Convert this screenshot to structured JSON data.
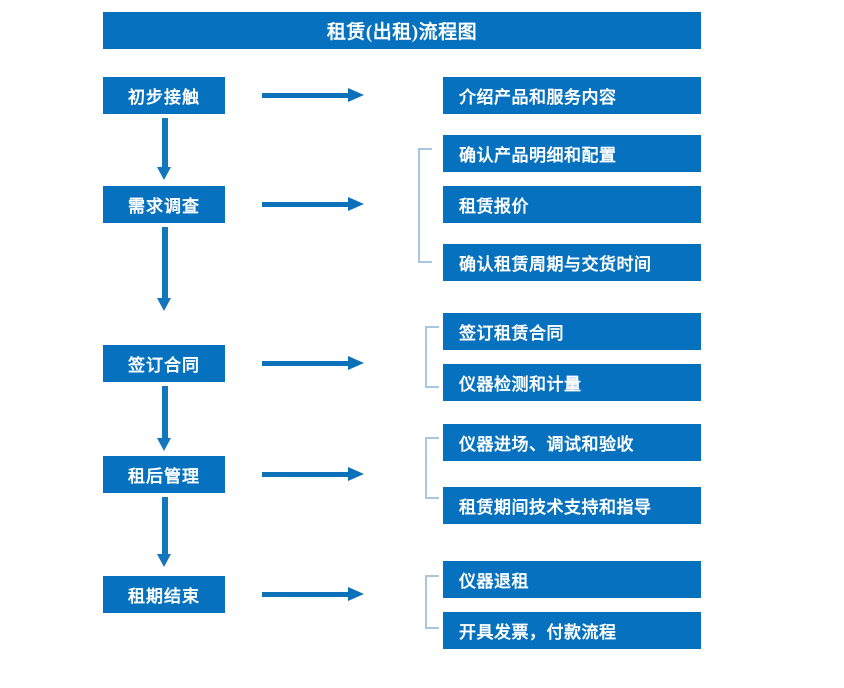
{
  "chart_data": {
    "type": "diagram",
    "title": "租赁(出租)流程图",
    "diagram_kind": "flowchart",
    "accent_color": "#0571bf",
    "bracket_color": "#a8c6de",
    "arrow_color": "#0d71b9",
    "text_color": "#ffffff",
    "background": "#ffffff",
    "stages": [
      {
        "id": "stage-1",
        "label": "初步接触",
        "details": [
          "介绍产品和服务内容"
        ],
        "grouped": false
      },
      {
        "id": "stage-2",
        "label": "需求调查",
        "details": [
          "确认产品明细和配置",
          "租赁报价",
          "确认租赁周期与交货时间"
        ],
        "grouped": true
      },
      {
        "id": "stage-3",
        "label": "签订合同",
        "details": [
          "签订租赁合同",
          "仪器检测和计量"
        ],
        "grouped": true
      },
      {
        "id": "stage-4",
        "label": "租后管理",
        "details": [
          "仪器进场、调试和验收",
          "租赁期间技术支持和指导"
        ],
        "grouped": true
      },
      {
        "id": "stage-5",
        "label": "租期结束",
        "details": [
          "仪器退租",
          "开具发票，付款流程"
        ],
        "grouped": true
      }
    ]
  },
  "header": {
    "title": "租赁(出租)流程图"
  },
  "stages": {
    "s1": {
      "label": "初步接触"
    },
    "s2": {
      "label": "需求调查"
    },
    "s3": {
      "label": "签订合同"
    },
    "s4": {
      "label": "租后管理"
    },
    "s5": {
      "label": "租期结束"
    }
  },
  "details": {
    "d1": "介绍产品和服务内容",
    "d2": "确认产品明细和配置",
    "d3": "租赁报价",
    "d4": "确认租赁周期与交货时间",
    "d5": "签订租赁合同",
    "d6": "仪器检测和计量",
    "d7": "仪器进场、调试和验收",
    "d8": "租赁期间技术支持和指导",
    "d9": "仪器退租",
    "d10": "开具发票，付款流程"
  }
}
